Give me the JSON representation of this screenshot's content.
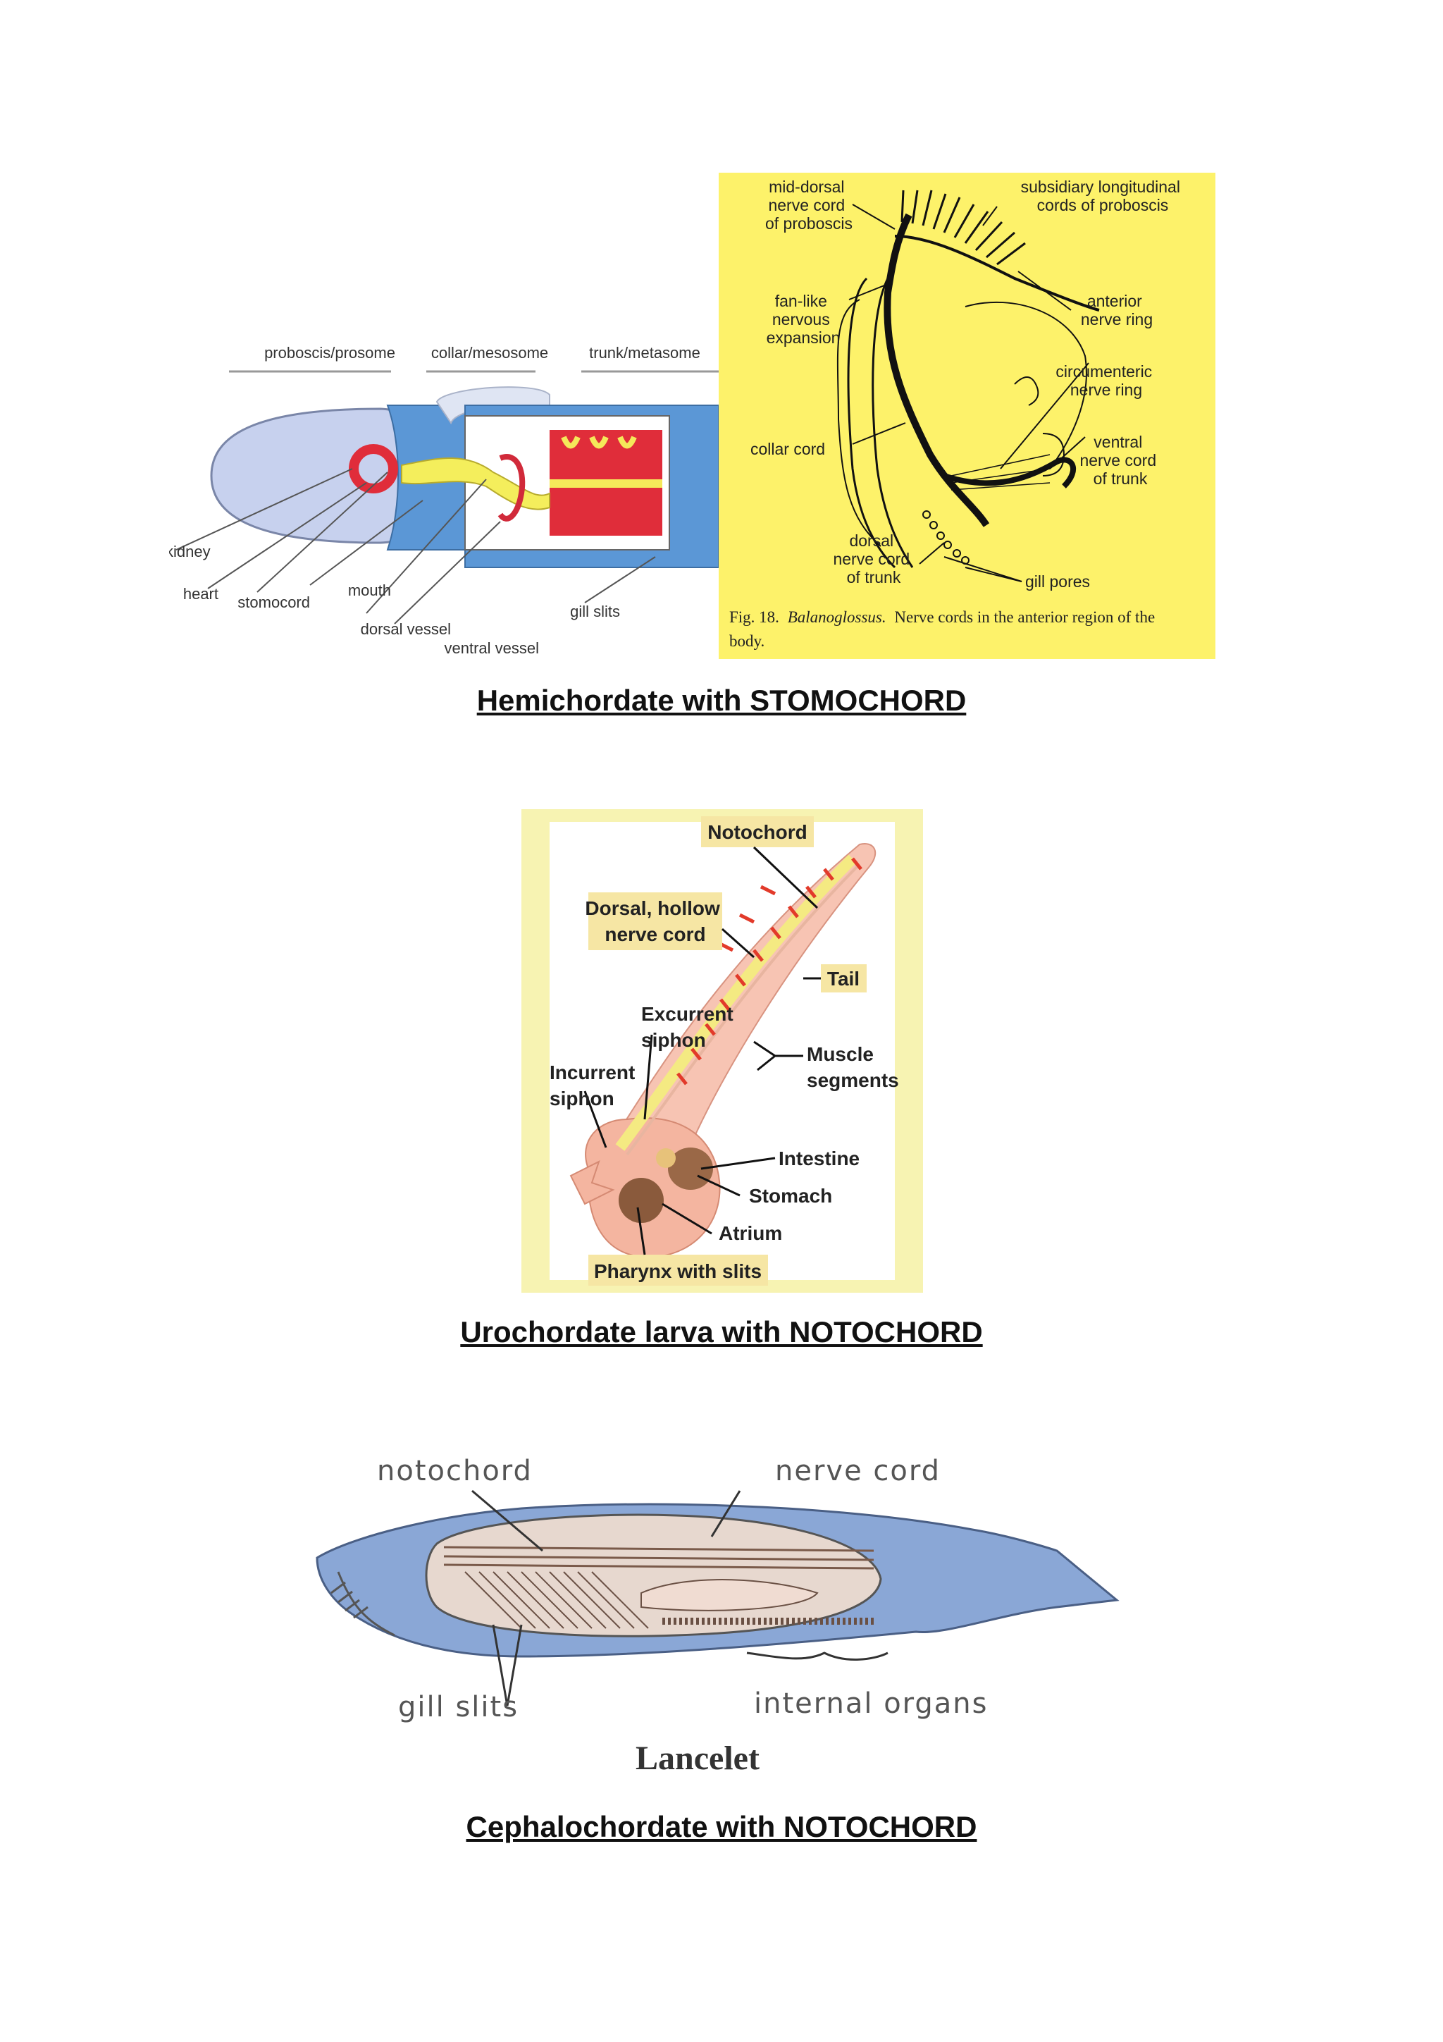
{
  "hemichordate": {
    "headers": [
      "proboscis/prosome",
      "collar/mesosome",
      "trunk/metasome"
    ],
    "labels": {
      "kidney": "kidney",
      "heart": "heart",
      "stomocord": "stomocord",
      "mouth": "mouth",
      "dorsal_vessel": "dorsal vessel",
      "ventral_vessel": "ventral vessel",
      "gill_slits": "gill slits"
    },
    "caption": "Hemichordate with STOMOCHORD"
  },
  "balanoglossus": {
    "labels": {
      "mid_dorsal": [
        "mid-dorsal",
        "nerve cord",
        "of proboscis"
      ],
      "subsidiary": [
        "subsidiary longitudinal",
        "cords of proboscis"
      ],
      "fan_like": [
        "fan-like",
        "nervous",
        "expansion"
      ],
      "anterior_ring": [
        "anterior",
        "nerve ring"
      ],
      "circumenteric": [
        "circumenteric",
        "nerve ring"
      ],
      "collar_cord": "collar cord",
      "ventral_cord": [
        "ventral",
        "nerve cord",
        "of trunk"
      ],
      "dorsal_cord": [
        "dorsal",
        "nerve cord",
        "of trunk"
      ],
      "gill_pores": "gill pores"
    },
    "fig_caption_prefix": "Fig. 18.",
    "fig_caption_genus": "Balanoglossus.",
    "fig_caption_rest": "Nerve cords in the anterior region of the",
    "fig_caption_line2": "body.",
    "background": "#fdf26a"
  },
  "urochordate": {
    "labels": {
      "notochord": "Notochord",
      "dorsal_nerve": [
        "Dorsal, hollow",
        "nerve cord"
      ],
      "tail": "Tail",
      "excurrent": [
        "Excurrent",
        "siphon"
      ],
      "incurrent": [
        "Incurrent",
        "siphon"
      ],
      "muscle": [
        "Muscle",
        "segments"
      ],
      "intestine": "Intestine",
      "stomach": "Stomach",
      "atrium": "Atrium",
      "pharynx": "Pharynx with slits"
    },
    "caption": "Urochordate larva with NOTOCHORD",
    "frame_color": "#f7f3b2",
    "label_bg": "#f6e6a4"
  },
  "cephalochordate": {
    "labels": {
      "notochord": "notochord",
      "nerve_cord": "nerve cord",
      "gill_slits": "gill slits",
      "internal_organs": "internal organs",
      "title": "Lancelet"
    },
    "caption": "Cephalochordate with NOTOCHORD",
    "body_color": "#8aa7d6"
  }
}
